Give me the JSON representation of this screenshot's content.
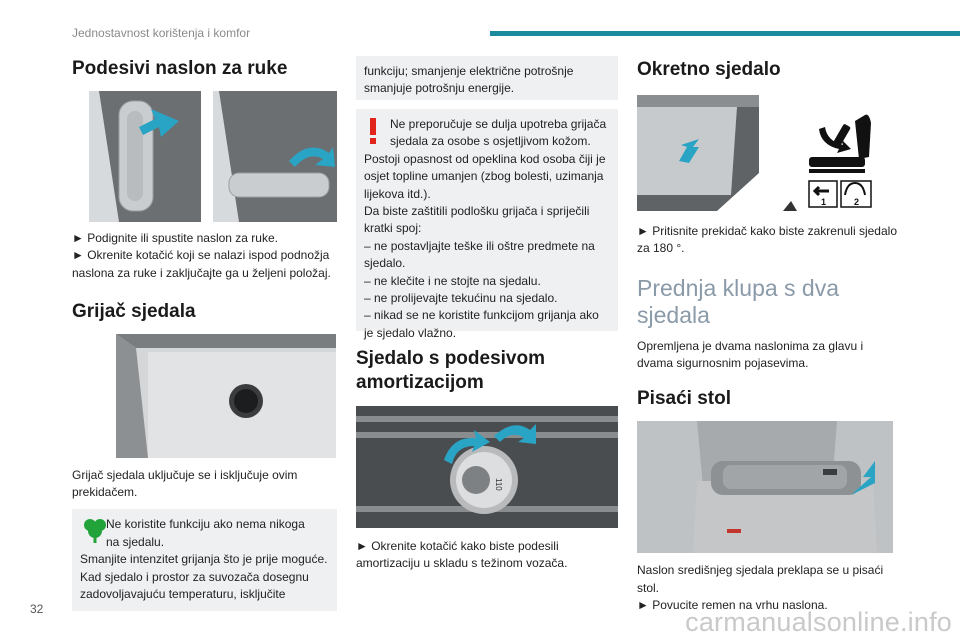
{
  "header": {
    "title": "Jednostavnost korištenja i komfor"
  },
  "page_number": "32",
  "watermark": "carmanualsonline.info",
  "colors": {
    "accent": "#1b8a9c",
    "warning": "#e1251b",
    "eco": "#22a33a",
    "note_bg": "#eef0f2"
  },
  "armrest": {
    "heading": "Podesivi naslon za ruke",
    "line1": "► Podignite ili spustite naslon za ruke.",
    "line2": "► Okrenite kotačić koji se nalazi ispod podnožja naslona za ruke i zaključajte ga u željeni položaj."
  },
  "heater": {
    "heading": "Grijač sjedala",
    "body": "Grijač sjedala uključuje se i isključuje ovim prekidačem.",
    "eco_note": {
      "icon": "eco-leaf-icon",
      "l1": "Ne koristite funkciju ako nema nikoga",
      "l2": "na sjedalu.",
      "l3": "Smanjite intenzitet grijanja što je prije moguće.",
      "l4": "Kad sjedalo i prostor za suvozača dosegnu zadovoljavajuću temperaturu, isključite"
    }
  },
  "continued_note": "funkciju; smanjenje električne potrošnje smanjuje potrošnju energije.",
  "warning_note": {
    "icon": "warning-exclamation-icon",
    "l1": "Ne preporučuje se dulja upotreba grijača",
    "l2": "sjedala za osobe s osjetljivom kožom.",
    "l3": "Postoji opasnost od opeklina kod osoba čiji je osjet topline umanjen (zbog bolesti, uzimanja lijekova itd.).",
    "l4": "Da biste zaštitili podlošku grijača i spriječili kratki spoj:",
    "l5": "– ne postavljajte teške ili oštre predmete na sjedalo.",
    "l6": "– ne klečite i ne stojte na sjedalu.",
    "l7": "– ne prolijevajte tekućinu na sjedalo.",
    "l8": "– nikad se ne koristite funkcijom grijanja ako je sjedalo vlažno."
  },
  "suspension": {
    "heading": "Sjedalo s podesivom amortizacijom",
    "knob_label": "110",
    "line1": "► Okrenite kotačić kako biste podesili amortizaciju u skladu s težinom vozača."
  },
  "swivel": {
    "heading": "Okretno sjedalo",
    "icon_label_1": "1",
    "icon_label_2": "2",
    "line1": "► Pritisnite prekidač kako biste zakrenuli sjedalo za 180 °."
  },
  "bench": {
    "heading": "Prednja klupa s dva sjedala",
    "body": "Opremljena je dvama naslonima za glavu i dvama sigurnosnim pojasevima."
  },
  "desk": {
    "heading": "Pisaći stol",
    "line1": "Naslon središnjeg sjedala preklapa se u pisaći stol.",
    "line2": "► Povucite remen na vrhu naslona."
  }
}
